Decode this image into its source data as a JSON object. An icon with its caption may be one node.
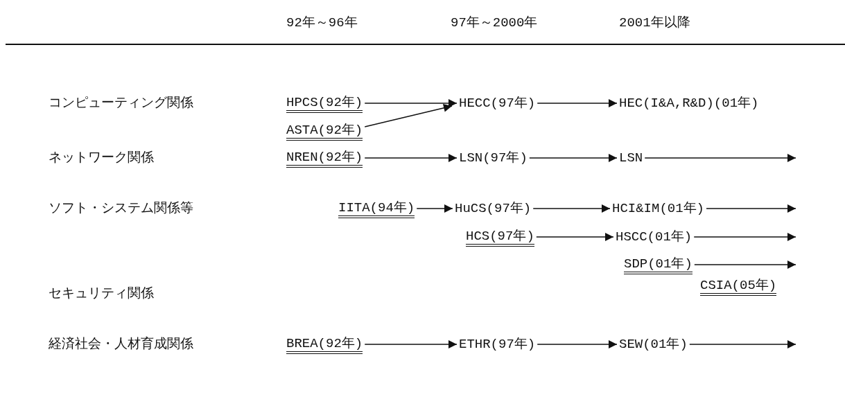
{
  "diagram": {
    "nodes": [
      {
        "text": [
          "HPCS(92年)"
        ]
      },
      {
        "text": [
          "HECC(97年)"
        ]
      },
      {
        "text": [
          "HEC(I&A,R&D)(01年)"
        ]
      },
      {
        "text": [
          "ASTA(92年)"
        ]
      },
      {
        "text": [
          "NREN(92年)"
        ]
      },
      {
        "text": [
          "LSN(97年)"
        ]
      },
      {
        "text": [
          "LSN"
        ]
      },
      {
        "text": [
          "IITA(94年)"
        ]
      },
      {
        "text": [
          "HuCS(97年)"
        ]
      },
      {
        "text": [
          "HCI&IM(01年)"
        ]
      },
      {
        "text": [
          "HCS(97年)"
        ]
      },
      {
        "text": [
          "HSCC(01年)"
        ]
      },
      {
        "text": [
          "SDP(01年)"
        ]
      },
      {
        "text": [
          "BREA(92年)"
        ]
      },
      {
        "text": [
          "ETHR(97年)"
        ]
      },
      {
        "text": [
          "SEW(01年)"
        ]
      }
    ],
    "edges": [
      {
        "from": 0,
        "to": 1,
        "arrow": "to"
      },
      {
        "from": 3,
        "to": 1,
        "arrow": "to"
      },
      {
        "from": 1,
        "to": 2,
        "arrow": "to"
      },
      {
        "from": 4,
        "to": 5,
        "arrow": "to"
      },
      {
        "from": 5,
        "to": 6,
        "arrow": "to"
      },
      {
        "from": 6,
        "to": null,
        "arrow": "to"
      },
      {
        "from": 7,
        "to": 8,
        "arrow": "to"
      },
      {
        "from": 8,
        "to": 9,
        "arrow": "to"
      },
      {
        "from": 9,
        "to": null,
        "arrow": "to"
      },
      {
        "from": 10,
        "to": 11,
        "arrow": "to"
      },
      {
        "from": 11,
        "to": null,
        "arrow": "to"
      },
      {
        "from": 12,
        "to": null,
        "arrow": "to"
      },
      {
        "from": 13,
        "to": 14,
        "arrow": "to"
      },
      {
        "from": 14,
        "to": 15,
        "arrow": "to"
      },
      {
        "from": 15,
        "to": null,
        "arrow": "to"
      }
    ],
    "labels": [
      "92年～96年",
      "97年～2000年",
      "2001年以降",
      "コンピューティング関係",
      "ネットワーク関係",
      "ソフト・システム関係等",
      "セキュリティ関係",
      "CSIA(05年)",
      "経済社会・人材育成関係"
    ]
  }
}
